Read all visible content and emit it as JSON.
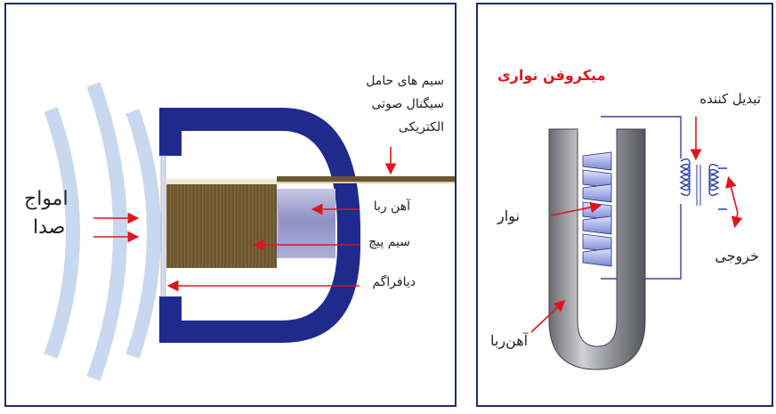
{
  "left_panel": {
    "label_waves_line1": "امواج",
    "label_waves_line2": "صدا",
    "label_wires_line1": "سیم های حامل",
    "label_wires_line2": "سیگنال صوتی",
    "label_wires_line3": "الکتریکی",
    "label_magnet": "آهن ربا",
    "label_coil": "سیم پیچ",
    "label_diaphragm": "دیافراگم"
  },
  "right_panel": {
    "title": "میکروفن نواری",
    "label_transformer": "تبدیل کننده",
    "label_ribbon": "نوار",
    "label_output": "خروجی",
    "label_magnet": "آهن‌ربا"
  },
  "colors": {
    "frame_blue": "#1f2a8c",
    "arrow_red": "#e0141e",
    "title_red": "#e0141e",
    "coil_brown": "#6b5530",
    "wave_blue": "#c5d6ee",
    "wire_blue": "#3d3f9e"
  }
}
